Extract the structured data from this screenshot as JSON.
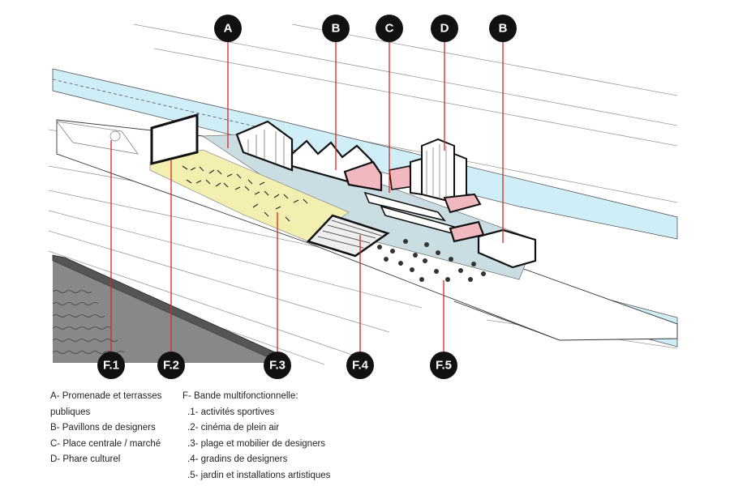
{
  "markers": {
    "top": [
      {
        "key": "A",
        "text": "A"
      },
      {
        "key": "B1",
        "text": "B"
      },
      {
        "key": "C",
        "text": "C"
      },
      {
        "key": "D",
        "text": "D"
      },
      {
        "key": "B2",
        "text": "B"
      }
    ],
    "bottom": [
      {
        "key": "F1",
        "text": "F.1"
      },
      {
        "key": "F2",
        "text": "F.2"
      },
      {
        "key": "F3",
        "text": "F.3"
      },
      {
        "key": "F4",
        "text": "F.4"
      },
      {
        "key": "F5",
        "text": "F.5"
      }
    ]
  },
  "legend": {
    "left": [
      "A- Promenade et terrasses",
      "publiques",
      "B- Pavillons de designers",
      "C- Place centrale / marché",
      "D- Phare culturel"
    ],
    "right_title": "F- Bande multifonctionnelle:",
    "right_items": [
      ".1- activités sportives",
      ".2- cinéma de plein air",
      ".3- plage et mobilier de designers",
      ".4- gradins de designers",
      ".5- jardin et installations artistiques"
    ]
  },
  "colors": {
    "marker_fill": "#111111",
    "leader_line": "#d7261e",
    "water": "#cfeef8",
    "promenade": "#c9dde3",
    "beach": "#f3efb0",
    "roof_pink": "#f2b8bf"
  }
}
